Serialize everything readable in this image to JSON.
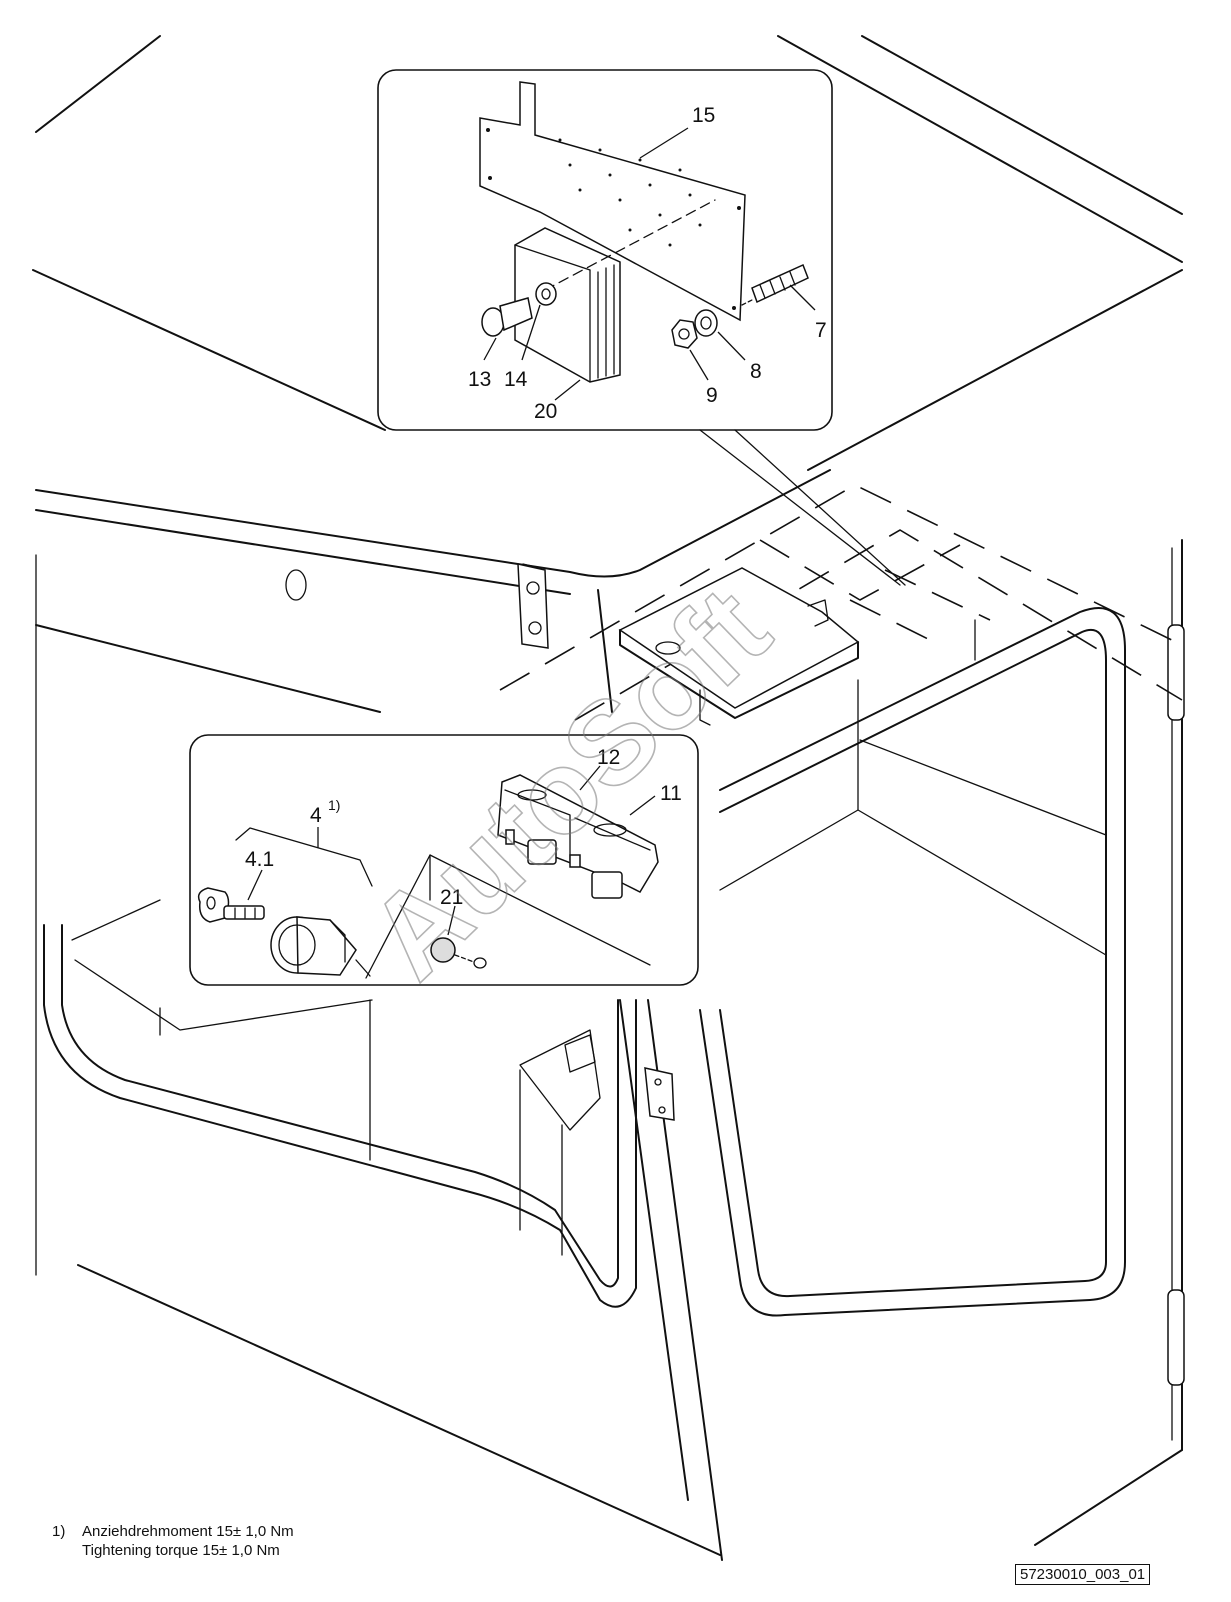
{
  "callouts": {
    "c15": "15",
    "c7": "7",
    "c8": "8",
    "c9": "9",
    "c13": "13",
    "c14": "14",
    "c20": "20",
    "c4": "4",
    "c4_note": "1)",
    "c4_1": "4.1",
    "c12": "12",
    "c11": "11",
    "c21": "21"
  },
  "watermark": "AutoSoft",
  "footnote": {
    "marker": "1)",
    "line_de": "Anziehdrehmoment 15± 1,0 Nm",
    "line_en": "Tightening torque 15± 1,0 Nm"
  },
  "drawing_id": "57230010_003_01"
}
